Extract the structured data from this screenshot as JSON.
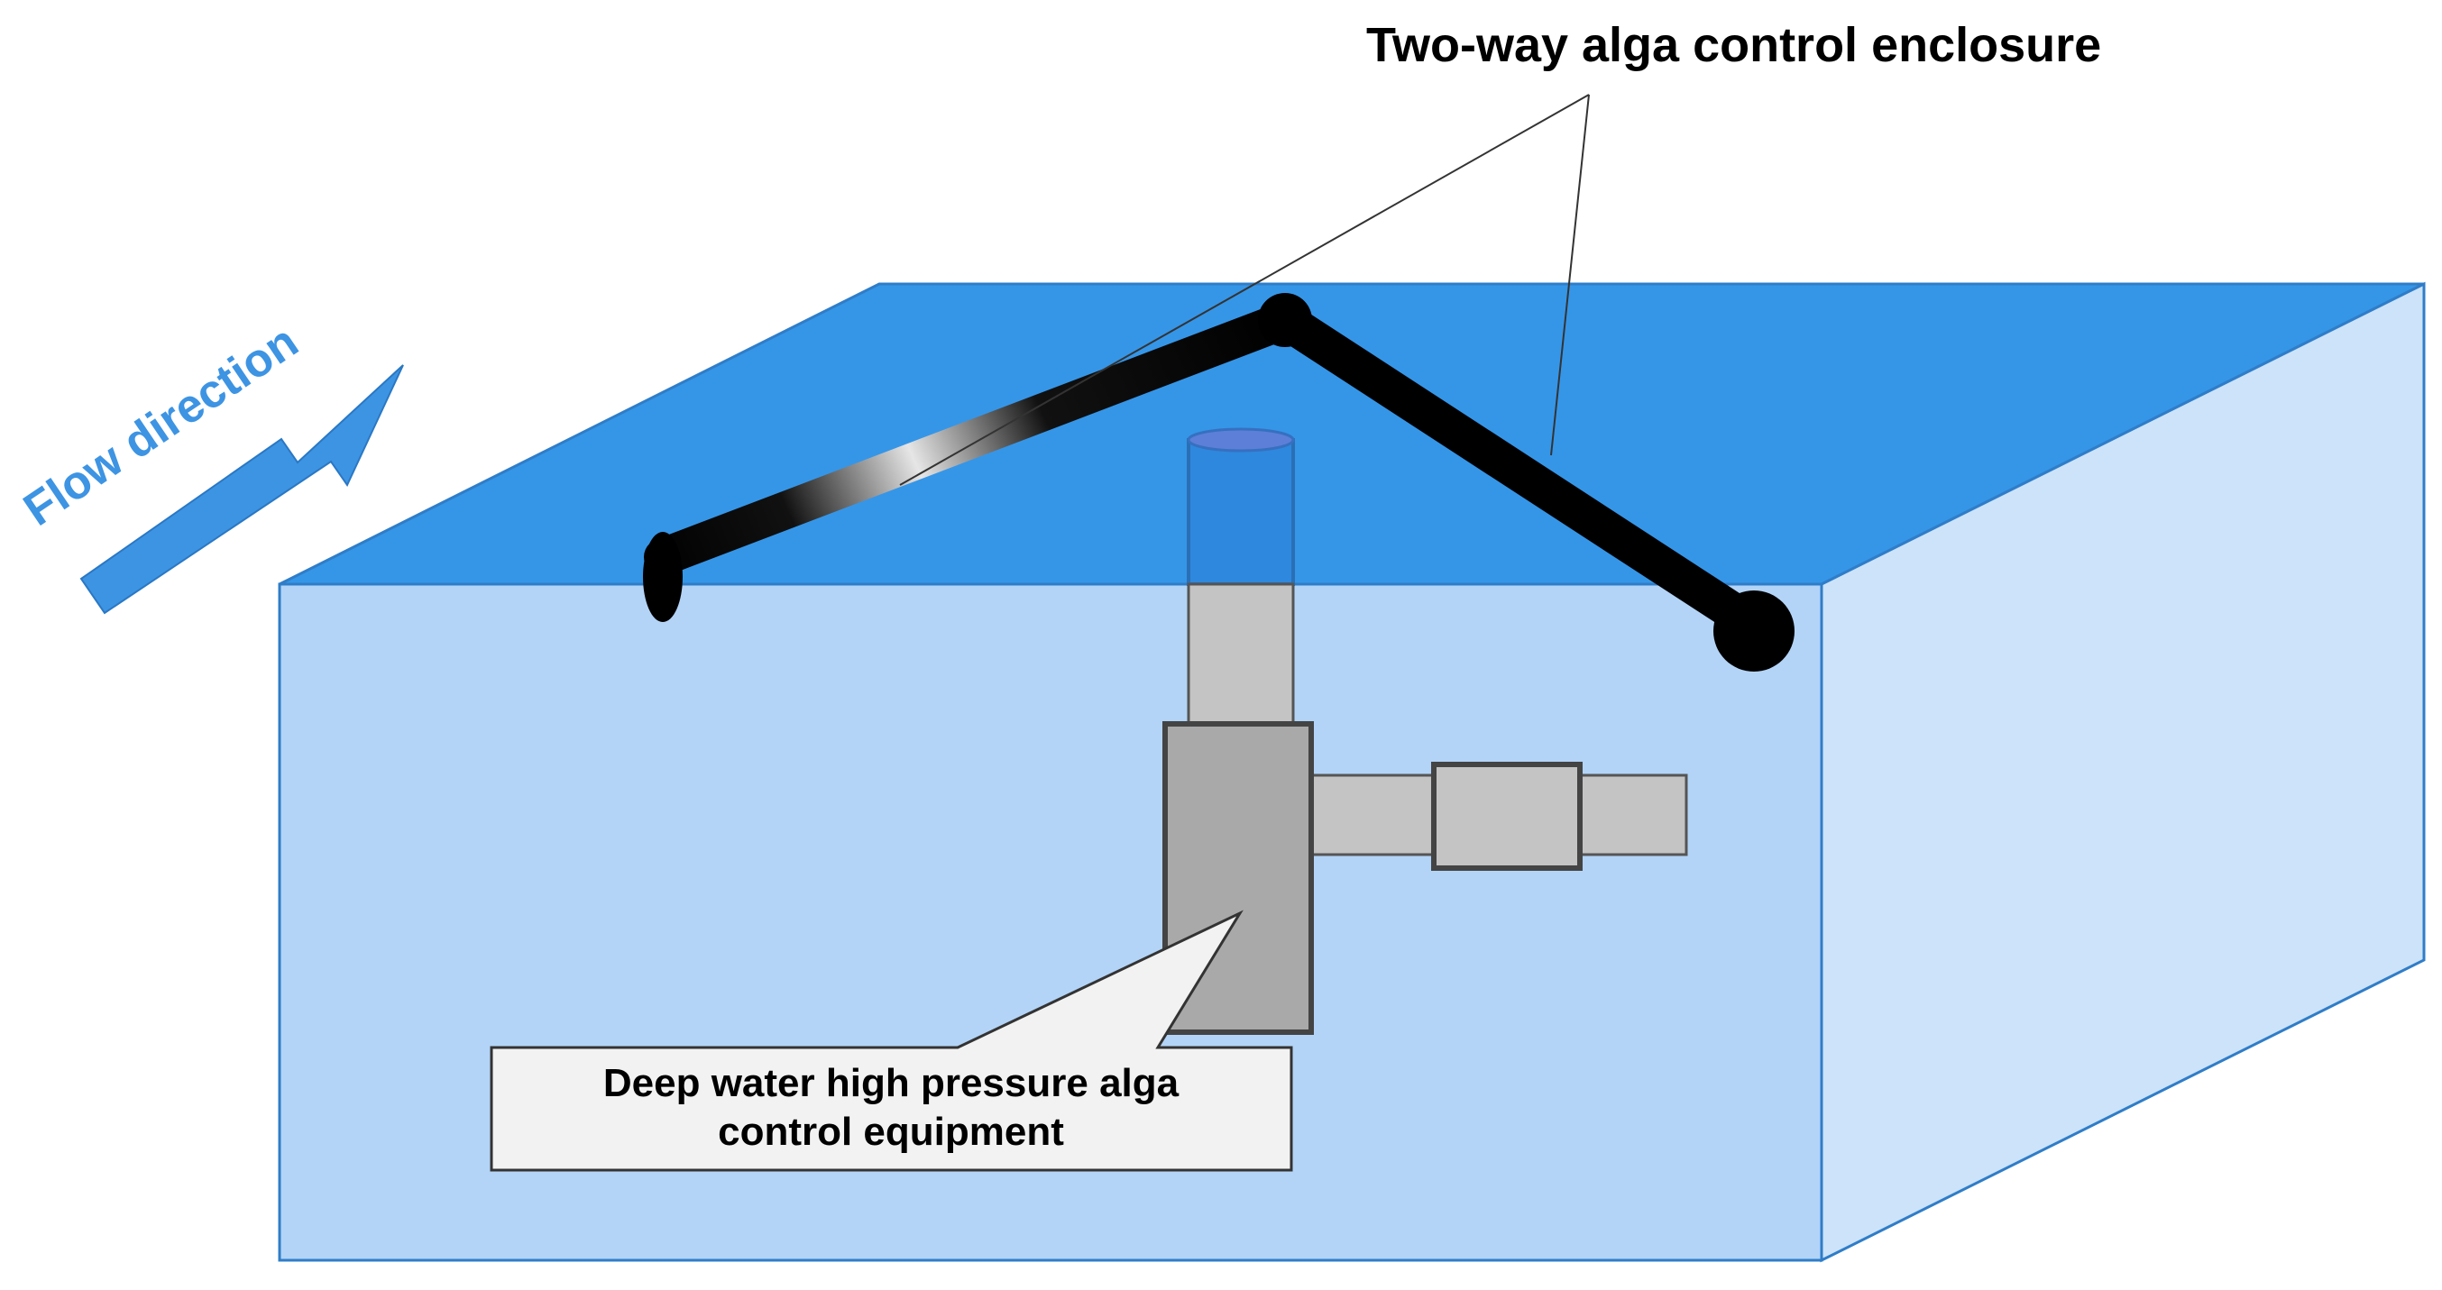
{
  "labels": {
    "enclosure": "Two-way alga control enclosure",
    "flow": "Flow direction",
    "equipment_line1": "Deep water high pressure alga",
    "equipment_line2": "control equipment"
  },
  "icons": {
    "flow_arrow": "arrow-up-right-icon"
  },
  "colors": {
    "water_top": "#3596e8",
    "water_front": "#b3d4f7",
    "water_side": "#cde3f9",
    "water_edge": "#2f7dc8",
    "boom": "#000000",
    "pump_body": "#a9a9a9",
    "pipe": "#c4c4c4",
    "pump_outline": "#444444",
    "callout_fill": "#f2f2f2",
    "flow_arrow": "#3d94e3",
    "flow_text": "#3d94e3"
  }
}
